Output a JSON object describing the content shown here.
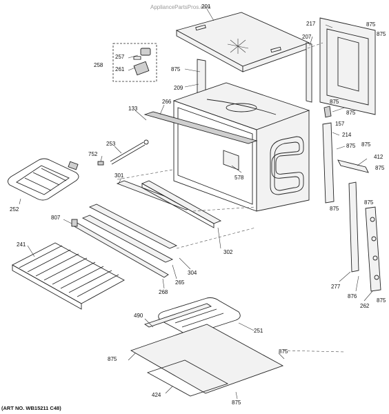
{
  "watermark": "AppliancePartsPros.com",
  "art_number": "(ART NO. WB15211 C48)",
  "callouts": {
    "c201": "201",
    "c217": "217",
    "c875_top_right_a": "875",
    "c875_top_right_b": "875",
    "c207": "207",
    "c257": "257",
    "c258": "258",
    "c261": "261",
    "c875_209": "875",
    "c209": "209",
    "c266": "266",
    "c133": "133",
    "c875_157": "875",
    "c157": "157",
    "c214": "214",
    "c875_214": "875",
    "c875_412": "875",
    "c412": "412",
    "c875_412b": "875",
    "c752": "752",
    "c253": "253",
    "c578": "578",
    "c875_mid": "875",
    "c301": "301",
    "c252": "252",
    "c875_right": "875",
    "c807": "807",
    "c302": "302",
    "c241": "241",
    "c304": "304",
    "c265": "265",
    "c268": "268",
    "c277": "277",
    "c876": "876",
    "c262": "262",
    "c875_262": "875",
    "c490": "490",
    "c251": "251",
    "c875_bottom_left": "875",
    "c875_bottom_right": "875",
    "c424": "424",
    "c875_bottom": "875"
  }
}
